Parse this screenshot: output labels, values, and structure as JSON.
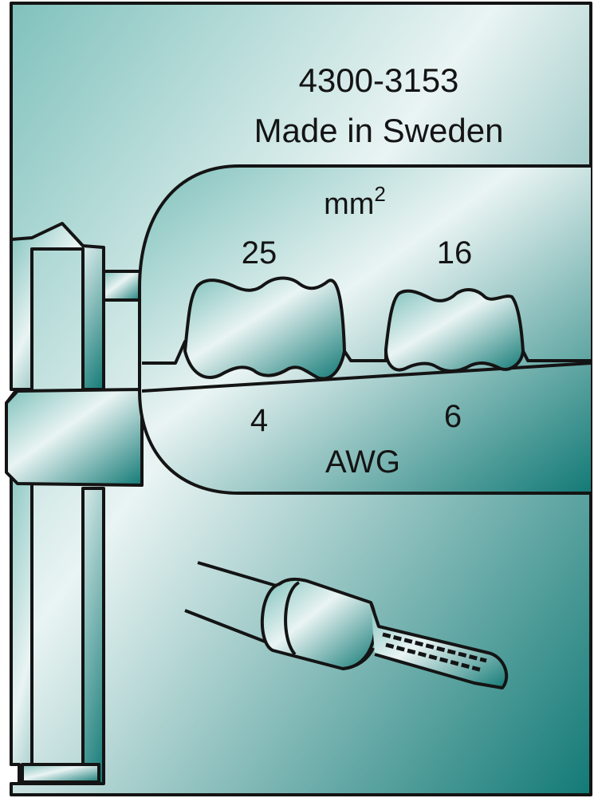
{
  "header": {
    "part_number": "4300-3153",
    "origin": "Made in Sweden"
  },
  "crimp_die": {
    "metric_unit": "mm",
    "metric_unit_exponent": "2",
    "awg_label": "AWG",
    "cavities": [
      {
        "mm2": "25",
        "awg": "4"
      },
      {
        "mm2": "16",
        "awg": "6"
      }
    ]
  },
  "colors": {
    "steel_light": "#e9f4f3",
    "steel_mid": "#7fc1bc",
    "steel_dark": "#137a76",
    "outline": "#141414"
  },
  "icons": {
    "illustration": "crimped-ferrule-icon"
  }
}
